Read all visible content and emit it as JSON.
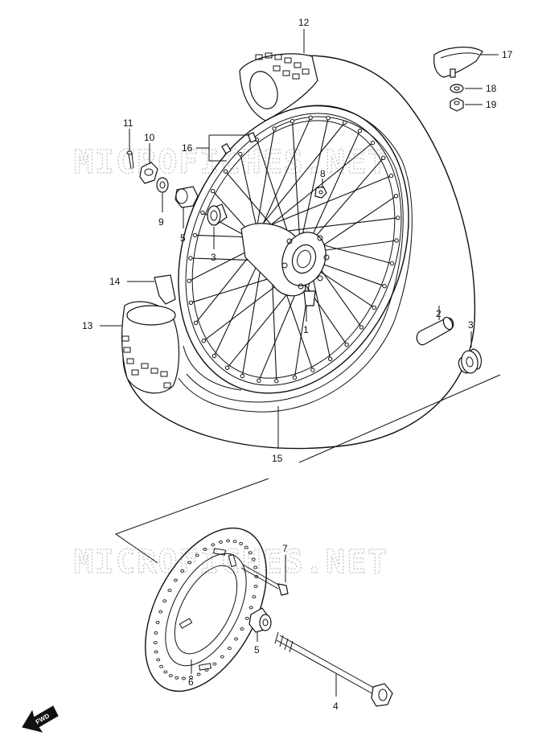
{
  "watermark": "MICROFICHES.NET",
  "fwd_label": "FWD",
  "callouts": [
    {
      "id": "c12",
      "text": "12"
    },
    {
      "id": "c17",
      "text": "17"
    },
    {
      "id": "c18",
      "text": "18"
    },
    {
      "id": "c19",
      "text": "19"
    },
    {
      "id": "c11",
      "text": "11"
    },
    {
      "id": "c10",
      "text": "10"
    },
    {
      "id": "c16",
      "text": "16"
    },
    {
      "id": "c8",
      "text": "8"
    },
    {
      "id": "c9",
      "text": "9"
    },
    {
      "id": "c5a",
      "text": "5"
    },
    {
      "id": "c3a",
      "text": "3"
    },
    {
      "id": "c14",
      "text": "14"
    },
    {
      "id": "c13",
      "text": "13"
    },
    {
      "id": "c1",
      "text": "1"
    },
    {
      "id": "c2",
      "text": "2"
    },
    {
      "id": "c3b",
      "text": "3"
    },
    {
      "id": "c15",
      "text": "15"
    },
    {
      "id": "c7",
      "text": "7"
    },
    {
      "id": "c5b",
      "text": "5"
    },
    {
      "id": "c6",
      "text": "6"
    },
    {
      "id": "c4",
      "text": "4"
    }
  ]
}
